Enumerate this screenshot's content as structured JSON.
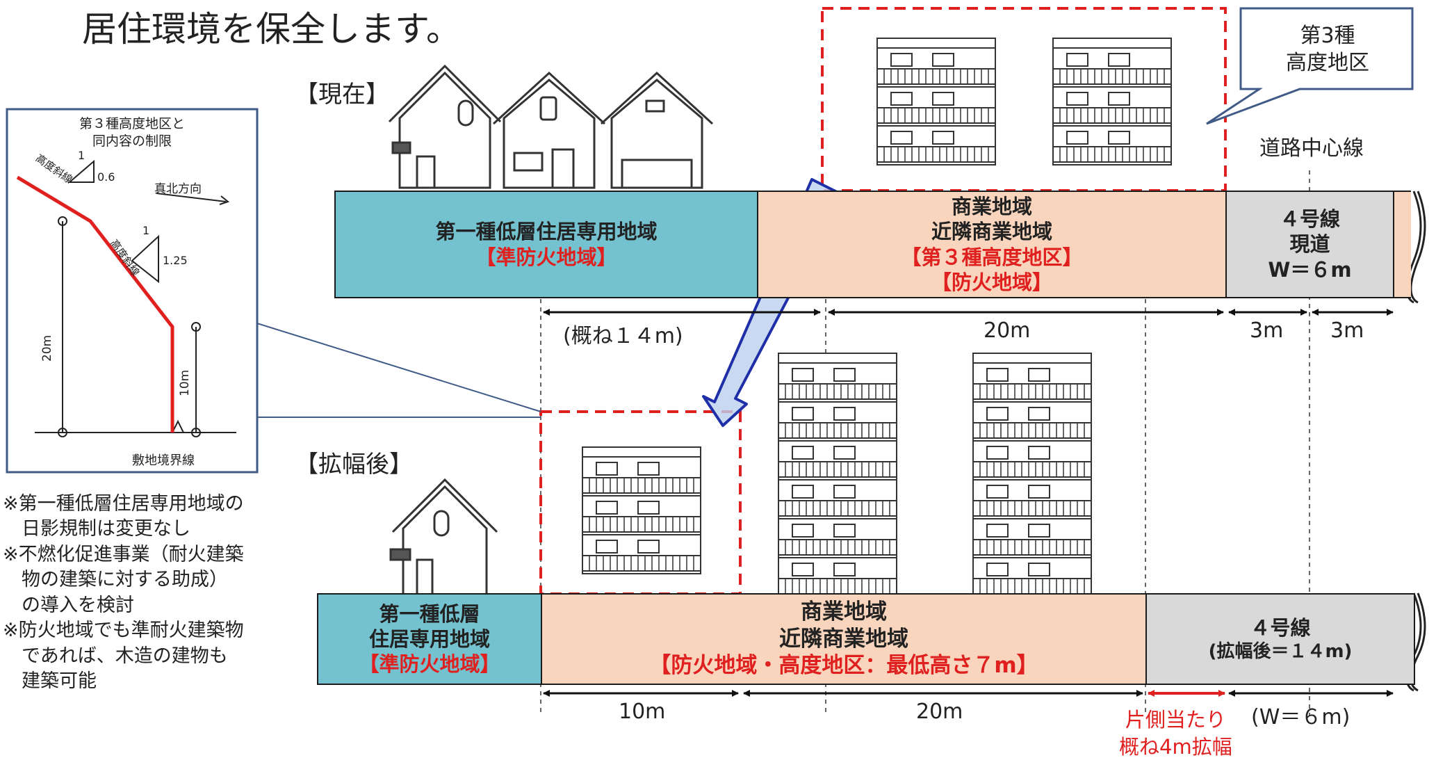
{
  "title": "居住環境を保全します。",
  "current": {
    "label": "【現在】",
    "zone_residential": {
      "line1": "第一種低層住居専用地域",
      "line2": "【準防火地域】"
    },
    "zone_commercial": {
      "line1": "商業地域",
      "line2": "近隣商業地域",
      "line3": "【第３種高度地区】",
      "line4": "【防火地域】"
    },
    "road": {
      "line1": "４号線",
      "line2": "現道",
      "line3": "W＝６m"
    },
    "dims": {
      "residential": "(概ね１４m)",
      "commercial": "20m",
      "road_left": "3m",
      "road_right": "3m"
    }
  },
  "callout_height_district": "第3種\n高度地区",
  "road_center_label": "道路中心線",
  "after": {
    "label": "【拡幅後】",
    "zone_residential": {
      "line1": "第一種低層",
      "line2": "住居専用地域",
      "line3": "【準防火地域】"
    },
    "zone_commercial": {
      "line1": "商業地域",
      "line2": "近隣商業地域",
      "line3": "【防火地域・高度地区：最低高さ７m】"
    },
    "road": {
      "line1": "４号線",
      "line2": "(拡幅後＝１４m)"
    },
    "dims": {
      "left": "10m",
      "middle": "20m",
      "road": "(W＝６m)"
    },
    "widening_note": "片側当たり\n概ね4m拡幅"
  },
  "inset": {
    "title": "第３種高度地区と\n同内容の制限",
    "slope1_label": "高度斜線",
    "slope1_run": "1",
    "slope1_rise": "0.6",
    "slope2_label": "高度斜線",
    "slope2_run": "1",
    "slope2_rise": "1.25",
    "north": "真北方向",
    "height_20": "20m",
    "height_10": "10m",
    "boundary": "敷地境界線"
  },
  "notes": [
    "※第一種低層住居専用地域の",
    "　日影規制は変更なし",
    "※不燃化促進事業（耐火建築",
    "　物の建築に対する助成）",
    "　の導入を検討",
    "※防火地域でも準耐火建築物",
    "　であれば、木造の建物も",
    "　建築可能"
  ],
  "colors": {
    "residential": "#74c2cf",
    "commercial": "#f9d5bd",
    "road": "#d9d9d9",
    "red": "#e0201f",
    "callout": "#3f5a86"
  }
}
